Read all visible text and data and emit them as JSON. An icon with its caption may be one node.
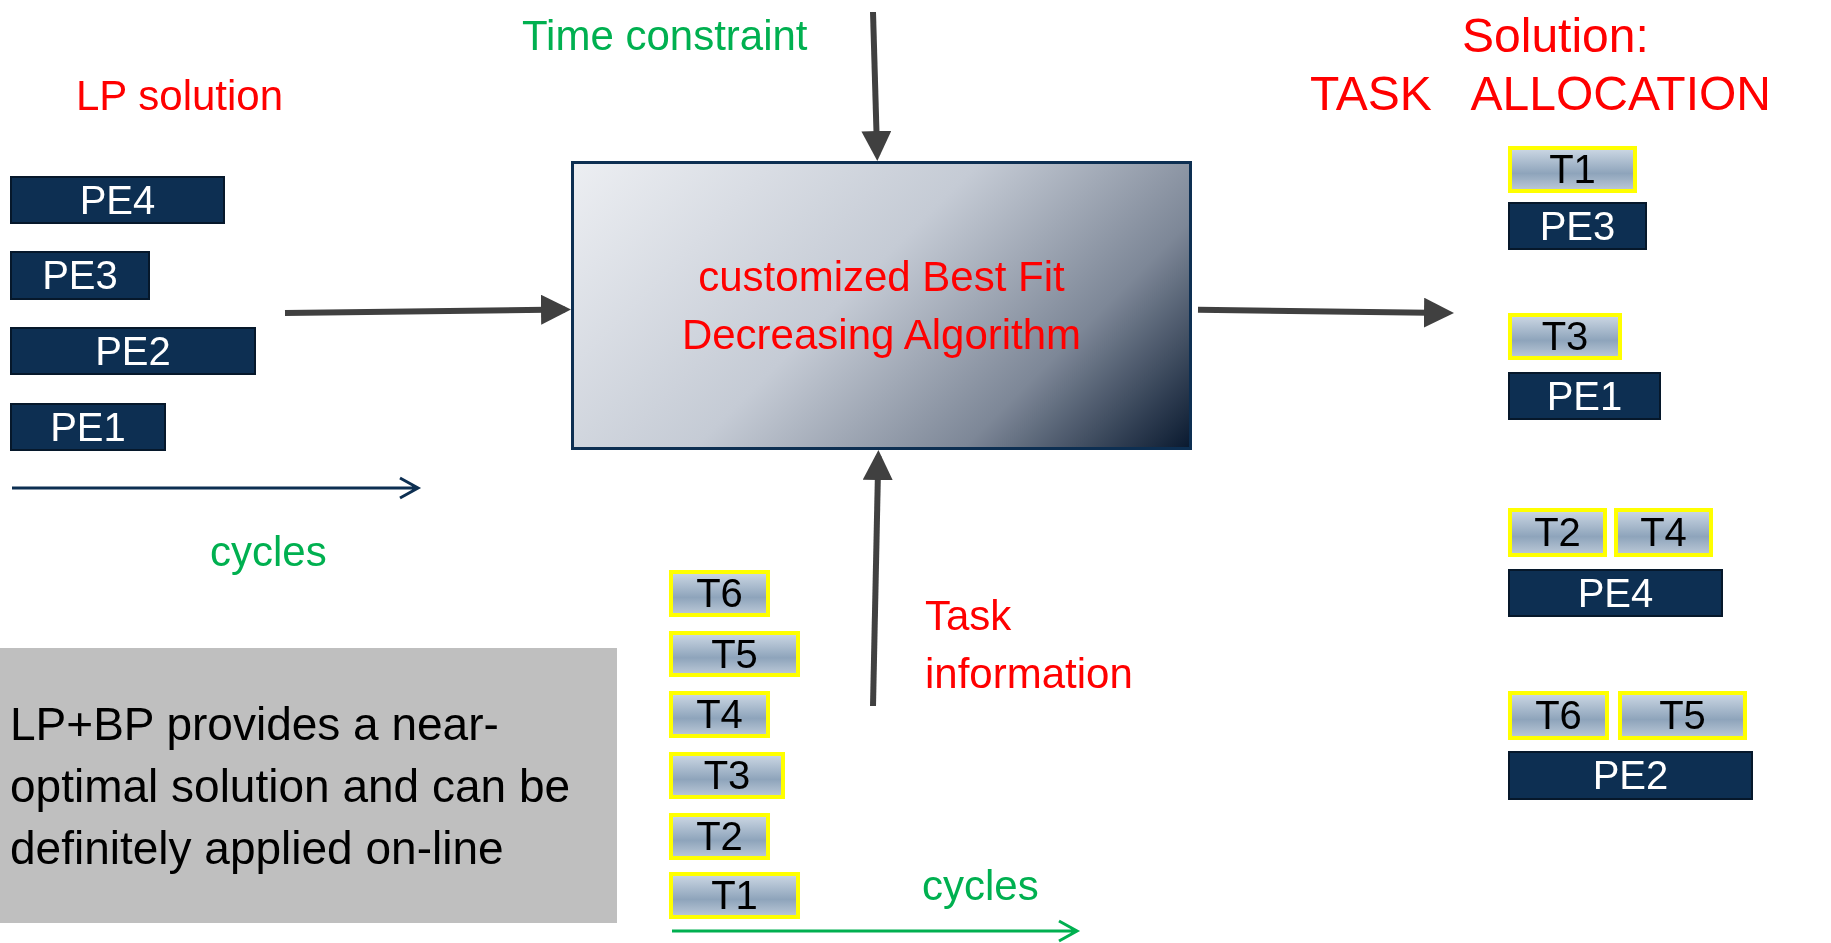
{
  "diagram": {
    "nodes": [
      {
        "text": [
          "PE4"
        ]
      },
      {
        "text": [
          "PE3"
        ]
      },
      {
        "text": [
          "PE2"
        ]
      },
      {
        "text": [
          "PE1"
        ]
      },
      {
        "text": [
          "customized Best Fit Decreasing Algorithm"
        ]
      },
      {
        "text": [
          "T1"
        ]
      },
      {
        "text": [
          "PE3"
        ]
      },
      {
        "text": [
          "T3"
        ]
      },
      {
        "text": [
          "PE1"
        ]
      },
      {
        "text": [
          "T2"
        ]
      },
      {
        "text": [
          "T4"
        ]
      },
      {
        "text": [
          "PE4"
        ]
      },
      {
        "text": [
          "T6"
        ]
      },
      {
        "text": [
          "T5"
        ]
      },
      {
        "text": [
          "PE2"
        ]
      },
      {
        "text": [
          "T6"
        ]
      },
      {
        "text": [
          "T5"
        ]
      },
      {
        "text": [
          "T4"
        ]
      },
      {
        "text": [
          "T3"
        ]
      },
      {
        "text": [
          "T2"
        ]
      },
      {
        "text": [
          "T1"
        ]
      },
      {
        "text": [
          "LP+BP provides a near-optimal solution and can be definitely applied on-line"
        ]
      }
    ],
    "edges": [
      {
        "from": null,
        "to": 4,
        "arrow": "to",
        "label": "Time constraint"
      },
      {
        "from": null,
        "to": 4,
        "arrow": "to"
      },
      {
        "from": 4,
        "to": null,
        "arrow": "to"
      },
      {
        "from": null,
        "to": 4,
        "arrow": "to",
        "label": "Task information"
      }
    ],
    "labels": [
      "Solution:",
      "TASK ALLOCATION",
      "LP solution",
      "cycles",
      "cycles"
    ]
  }
}
